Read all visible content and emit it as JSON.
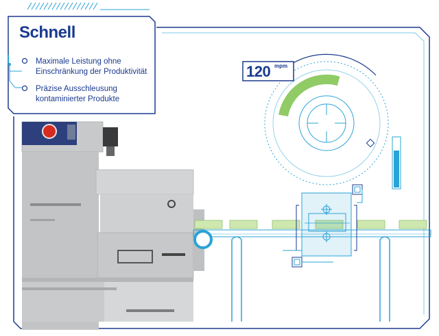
{
  "card": {
    "title": "Schnell",
    "bullets": [
      "Maximale Leistung ohne\nEinschränkung der Produktivität",
      "Präzise Ausschleusung\nkontaminierter Produkte"
    ]
  },
  "speed": {
    "value": "120",
    "unit": "mpm",
    "gauge_fill": 0.6,
    "bar_fill": 0.75
  },
  "colors": {
    "brand": "#1a3a8f",
    "hud": "#2aa3d6",
    "gauge_green": "#7cc24a",
    "belt_green": "#cfe8b0",
    "machine": "#c8c9cb",
    "red_button": "#d62b1f"
  },
  "icons": [
    "crosshair-icon",
    "inspection-marker-icon",
    "emergency-stop-icon"
  ]
}
